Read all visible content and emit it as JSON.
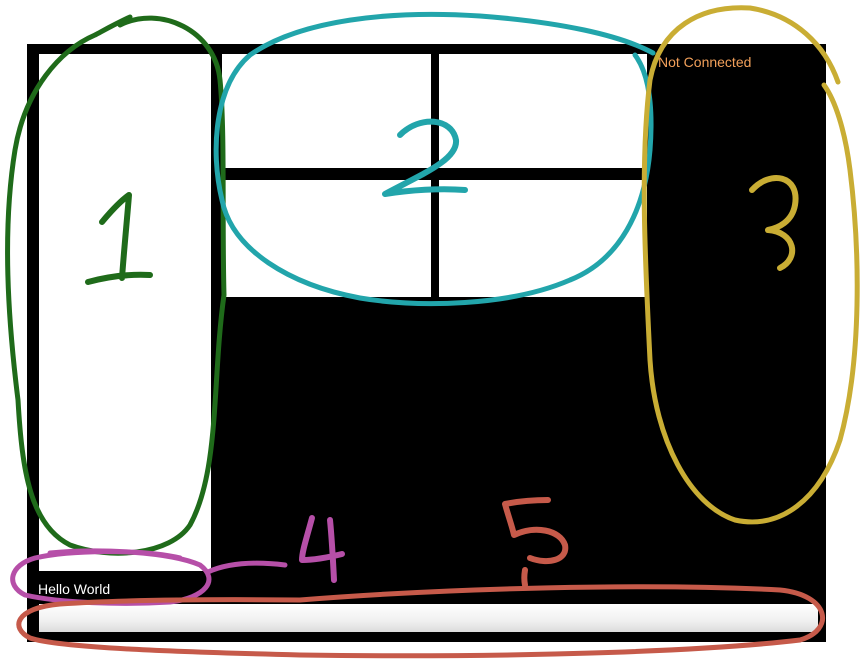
{
  "status": {
    "text": "Not Connected",
    "color": "#f2a05a"
  },
  "label": {
    "text": "Hello World"
  },
  "annotations": {
    "marker_1": "1",
    "marker_2": "2",
    "marker_3": "3",
    "marker_4": "4",
    "marker_5": "5",
    "colors": {
      "marker_1": "#1f6b1a",
      "marker_2": "#22a5ab",
      "marker_3": "#c9ad34",
      "marker_4": "#b64fa8",
      "marker_5": "#c65a4a"
    }
  }
}
